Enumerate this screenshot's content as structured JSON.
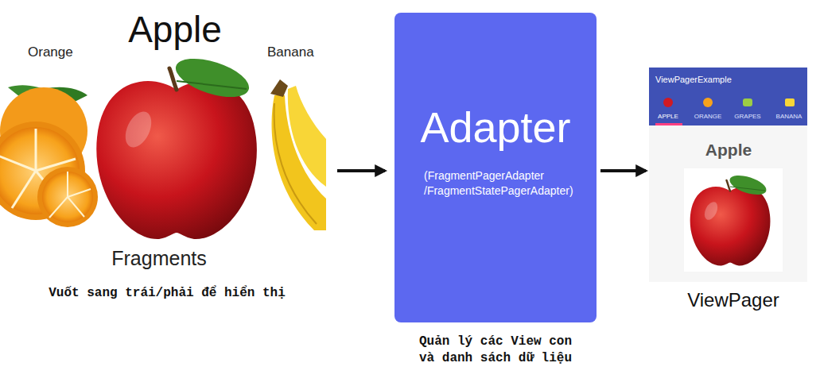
{
  "diagram": {
    "nodes": [
      {
        "text": [
          "Orange",
          "Apple",
          "Banana",
          "Fragments"
        ]
      },
      {
        "text": [
          "Adapter",
          "(FragmentPagerAdapter /FragmentStatePagerAdapter)",
          "Quản lý các View con và danh sách dữ liệu"
        ]
      },
      {
        "text": [
          "ViewPagerExample",
          "APPLE",
          "ORANGE",
          "GRAPES",
          "BANANA",
          "Apple",
          "ViewPager"
        ]
      }
    ],
    "edges": [
      {
        "from": 0,
        "to": 1,
        "arrow": "to"
      },
      {
        "from": 1,
        "to": 2,
        "arrow": "to"
      }
    ],
    "labels": [
      "Vuốt sang trái/phải để hiển thị"
    ]
  }
}
